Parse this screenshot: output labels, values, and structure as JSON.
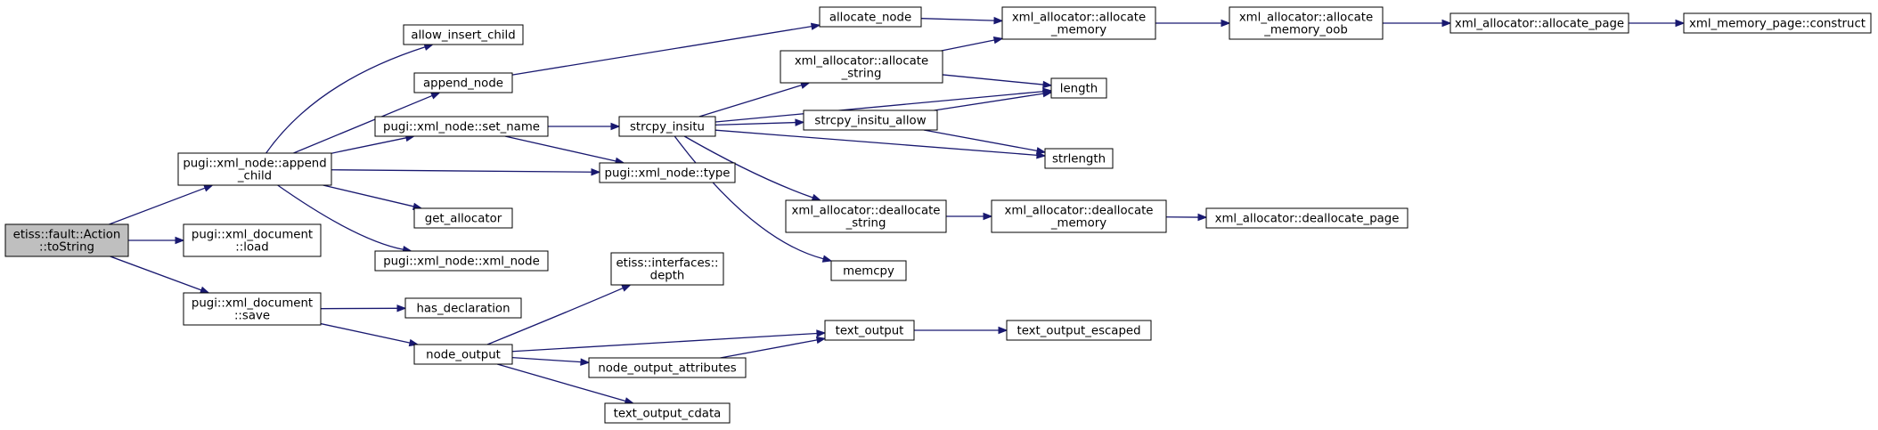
{
  "colors": {
    "edge": "#191970",
    "root_fill": "#bfbfbf",
    "node_fill": "#ffffff",
    "node_border": "#000000"
  },
  "nodes": [
    {
      "id": "n0",
      "lines": [
        "etiss::fault::Action",
        "::toString"
      ]
    },
    {
      "id": "n1",
      "lines": [
        "pugi::xml_node::append",
        "_child"
      ]
    },
    {
      "id": "n2",
      "lines": [
        "pugi::xml_document",
        "::load"
      ]
    },
    {
      "id": "n3",
      "lines": [
        "pugi::xml_document",
        "::save"
      ]
    },
    {
      "id": "n4",
      "lines": [
        "allow_insert_child"
      ]
    },
    {
      "id": "n5",
      "lines": [
        "append_node"
      ]
    },
    {
      "id": "n6",
      "lines": [
        "pugi::xml_node::set_name"
      ]
    },
    {
      "id": "n7",
      "lines": [
        "get_allocator"
      ]
    },
    {
      "id": "n8",
      "lines": [
        "pugi::xml_node::xml_node"
      ]
    },
    {
      "id": "n9",
      "lines": [
        "has_declaration"
      ]
    },
    {
      "id": "n10",
      "lines": [
        "node_output"
      ]
    },
    {
      "id": "n11",
      "lines": [
        "allocate_node"
      ]
    },
    {
      "id": "n12",
      "lines": [
        "xml_allocator::allocate",
        "_string"
      ]
    },
    {
      "id": "n13",
      "lines": [
        "strcpy_insitu"
      ]
    },
    {
      "id": "n14",
      "lines": [
        "pugi::xml_node::type"
      ]
    },
    {
      "id": "n15",
      "lines": [
        "etiss::interfaces::",
        "depth"
      ]
    },
    {
      "id": "n16",
      "lines": [
        "node_output_attributes"
      ]
    },
    {
      "id": "n17",
      "lines": [
        "text_output"
      ]
    },
    {
      "id": "n18",
      "lines": [
        "text_output_cdata"
      ]
    },
    {
      "id": "n19",
      "lines": [
        "xml_allocator::allocate",
        "_memory"
      ]
    },
    {
      "id": "n20",
      "lines": [
        "length"
      ]
    },
    {
      "id": "n21",
      "lines": [
        "strcpy_insitu_allow"
      ]
    },
    {
      "id": "n22",
      "lines": [
        "strlength"
      ]
    },
    {
      "id": "n23",
      "lines": [
        "xml_allocator::deallocate",
        "_string"
      ]
    },
    {
      "id": "n24",
      "lines": [
        "memcpy"
      ]
    },
    {
      "id": "n25",
      "lines": [
        "text_output_escaped"
      ]
    },
    {
      "id": "n26",
      "lines": [
        "xml_allocator::allocate",
        "_memory_oob"
      ]
    },
    {
      "id": "n27",
      "lines": [
        "xml_allocator::deallocate",
        "_memory"
      ]
    },
    {
      "id": "n28",
      "lines": [
        "xml_allocator::allocate_page"
      ]
    },
    {
      "id": "n29",
      "lines": [
        "xml_allocator::deallocate_page"
      ]
    },
    {
      "id": "n30",
      "lines": [
        "xml_memory_page::construct"
      ]
    }
  ],
  "edges": [
    [
      "n0",
      "n1"
    ],
    [
      "n0",
      "n2"
    ],
    [
      "n0",
      "n3"
    ],
    [
      "n1",
      "n4"
    ],
    [
      "n1",
      "n5"
    ],
    [
      "n1",
      "n6"
    ],
    [
      "n1",
      "n14"
    ],
    [
      "n1",
      "n7"
    ],
    [
      "n1",
      "n8"
    ],
    [
      "n3",
      "n9"
    ],
    [
      "n3",
      "n10"
    ],
    [
      "n5",
      "n11"
    ],
    [
      "n11",
      "n19"
    ],
    [
      "n6",
      "n13"
    ],
    [
      "n6",
      "n14"
    ],
    [
      "n13",
      "n12"
    ],
    [
      "n13",
      "n21"
    ],
    [
      "n13",
      "n20"
    ],
    [
      "n13",
      "n22"
    ],
    [
      "n13",
      "n23"
    ],
    [
      "n13",
      "n24"
    ],
    [
      "n12",
      "n19"
    ],
    [
      "n12",
      "n20"
    ],
    [
      "n21",
      "n20"
    ],
    [
      "n21",
      "n22"
    ],
    [
      "n19",
      "n26"
    ],
    [
      "n26",
      "n28"
    ],
    [
      "n28",
      "n30"
    ],
    [
      "n23",
      "n27"
    ],
    [
      "n27",
      "n29"
    ],
    [
      "n10",
      "n15"
    ],
    [
      "n10",
      "n17"
    ],
    [
      "n10",
      "n16"
    ],
    [
      "n10",
      "n18"
    ],
    [
      "n16",
      "n17"
    ],
    [
      "n17",
      "n25"
    ]
  ]
}
